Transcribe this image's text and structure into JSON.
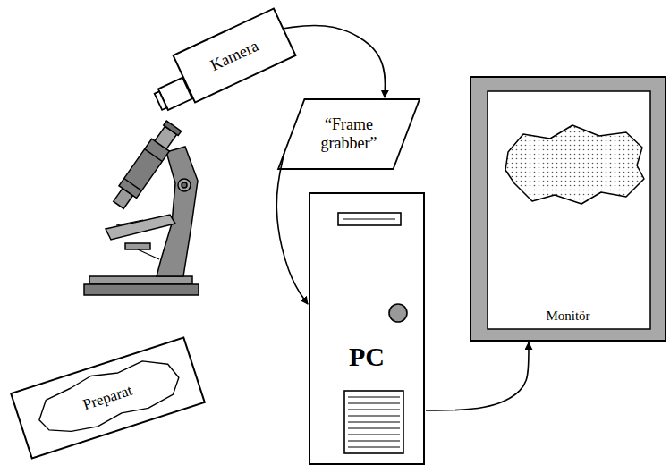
{
  "diagram": {
    "nodes": [
      {
        "text": [
          "Kamera"
        ]
      },
      {
        "text": [
          "“Frame grabber”"
        ]
      },
      {
        "text": [
          "PC"
        ]
      },
      {
        "text": [
          "Monitör"
        ]
      },
      {
        "text": [
          "Preparat"
        ]
      }
    ],
    "edges": [
      {
        "from": 0,
        "to": 1,
        "arrow": "to"
      },
      {
        "from": 1,
        "to": 2,
        "arrow": "to"
      },
      {
        "from": 2,
        "to": 3,
        "arrow": "to"
      }
    ]
  }
}
